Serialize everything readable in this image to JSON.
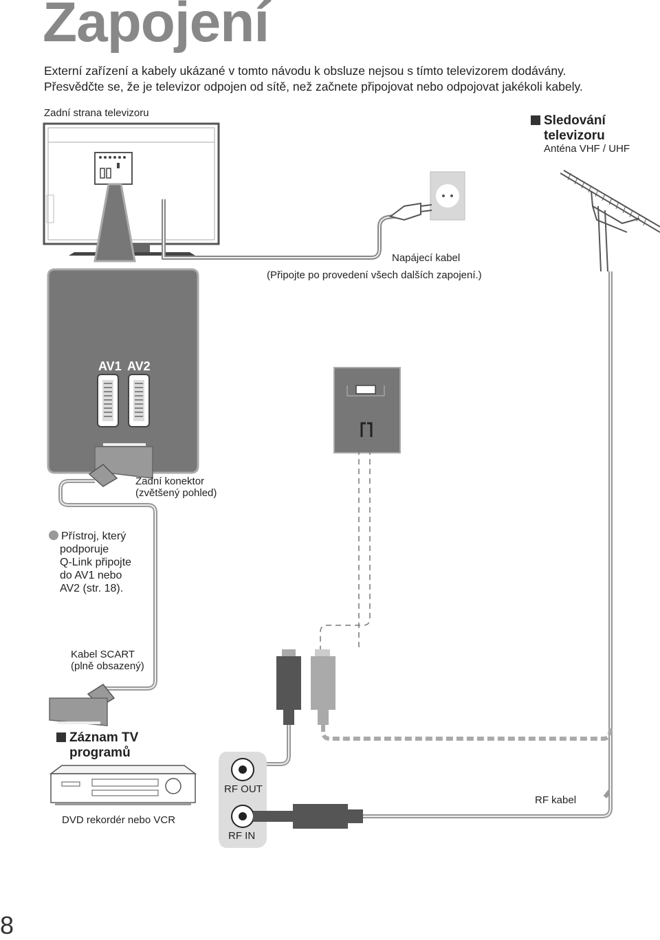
{
  "page": {
    "title": "Zapojení",
    "intro_line1": "Externí zařízení a kabely ukázané v tomto návodu k obsluze nejsou s tímto televizorem dodávány.",
    "intro_line2": "Přesvědčte se, že je televizor odpojen od sítě, než začnete připojovat nebo odpojovat jakékoli kabely.",
    "page_number": "8"
  },
  "labels": {
    "tv_rear": "Zadní strana televizoru",
    "watch_tv_line1": "Sledování",
    "watch_tv_line2": "televizoru",
    "antenna": "Anténa VHF / UHF",
    "power_cable": "Napájecí kabel",
    "power_note": "(Připojte po provedení všech dalších zapojení.)",
    "av1": "AV1",
    "av2": "AV2",
    "rear_connector_line1": "Zadní konektor",
    "rear_connector_line2": "(zvětšený pohled)",
    "qlink_line1": "Přístroj, který",
    "qlink_line2": "podporuje",
    "qlink_line3": "Q-Link připojte",
    "qlink_line4": "do AV1 nebo",
    "qlink_line5": "AV2 (str. 18).",
    "scart_line1": "Kabel SCART",
    "scart_line2": "(plně obsazený)",
    "record_line1": "Záznam TV",
    "record_line2": "programů",
    "rf_out": "RF OUT",
    "rf_in": "RF IN",
    "rf_cable": "RF kabel",
    "dvd_vcr": "DVD rekordér nebo VCR"
  },
  "colors": {
    "title_gray": "#888888",
    "panel_gray": "#777777",
    "dark_gray": "#555555",
    "light_gray": "#dddddd"
  }
}
